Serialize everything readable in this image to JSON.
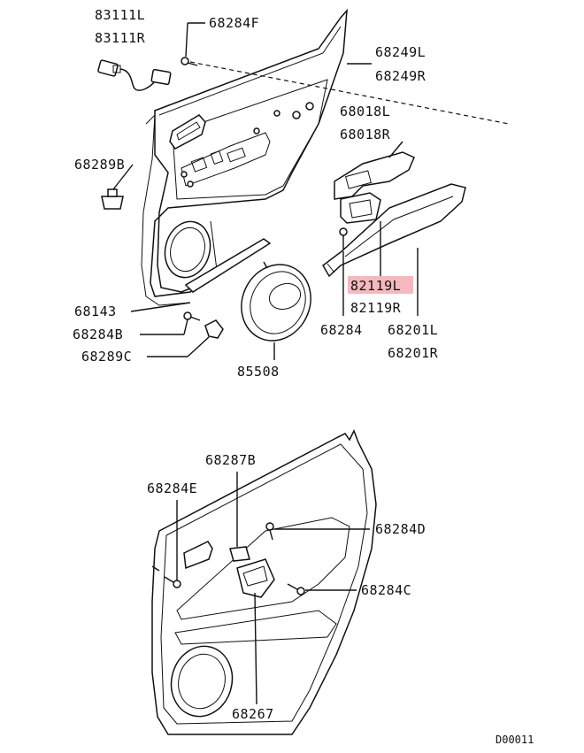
{
  "diagram_id": "D00011",
  "highlight_color": "#f4b9be",
  "top_assembly": {
    "labels": {
      "p83111L": "83111L",
      "p83111R": "83111R",
      "p68284F": "68284F",
      "p68249L": "68249L",
      "p68249R": "68249R",
      "p68018L": "68018L",
      "p68018R": "68018R",
      "p68289B": "68289B",
      "p68143": "68143",
      "p68284B": "68284B",
      "p68289C": "68289C",
      "p85508": "85508",
      "p82119L": "82119L",
      "p82119R": "82119R",
      "p68284": "68284",
      "p68201L": "68201L",
      "p68201R": "68201R"
    },
    "highlighted_part": "82119L"
  },
  "bottom_assembly": {
    "labels": {
      "p68287B": "68287B",
      "p68284E": "68284E",
      "p68284D": "68284D",
      "p68284C": "68284C",
      "p68267": "68267"
    }
  }
}
